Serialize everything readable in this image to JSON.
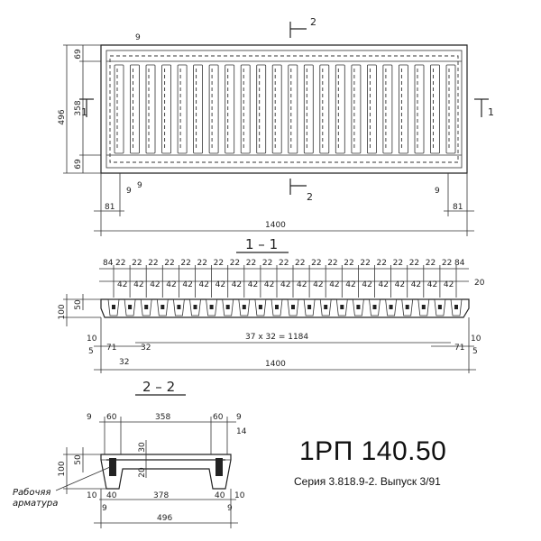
{
  "drawing": {
    "title": "1РП 140.50",
    "subtitle": "Серия 3.818.9-2. Выпуск 3/91",
    "work_reinforcement": [
      "Рабочяя",
      "арматура"
    ]
  },
  "plan": {
    "cut_markers": {
      "left": "1",
      "right": "1",
      "top": "2",
      "bottom": "2"
    },
    "dims": {
      "total_height": "496",
      "top": "69",
      "middle": "358",
      "bottom": "69",
      "total_length": "1400",
      "end_left": "81",
      "end_right": "81",
      "edge_9_top": "9",
      "edge_9_bl1": "9",
      "edge_9_bl2": "9",
      "edge_9_br": "9"
    }
  },
  "section_1_1": {
    "label": "1 – 1",
    "slot_width": "42",
    "rib_width": "22",
    "end_left": "84",
    "end_right": "84",
    "right_dim": "20",
    "height": "100",
    "mid": "50",
    "bottom_10": "10",
    "bottom_5": "5",
    "right_10": "10",
    "right_5": "5",
    "dim_71_left": "71",
    "dim_71_right": "71",
    "dim_32a": "32",
    "dim_32b": "32",
    "pitch_formula": "37 x 32 = 1184",
    "total": "1400"
  },
  "section_2_2": {
    "label": "2 – 2",
    "top_9_left": "9",
    "top_60_left": "60",
    "top_358": "358",
    "top_60_right": "60",
    "top_9_right": "9",
    "right_14": "14",
    "h100": "100",
    "h50": "50",
    "h30": "30",
    "h20": "20",
    "bottom_10_left": "10",
    "bottom_40_left": "40",
    "bottom_378": "378",
    "bottom_40_right": "40",
    "bottom_10_right": "10",
    "bottom_9_left": "9",
    "bottom_9_right": "9",
    "total": "496"
  }
}
